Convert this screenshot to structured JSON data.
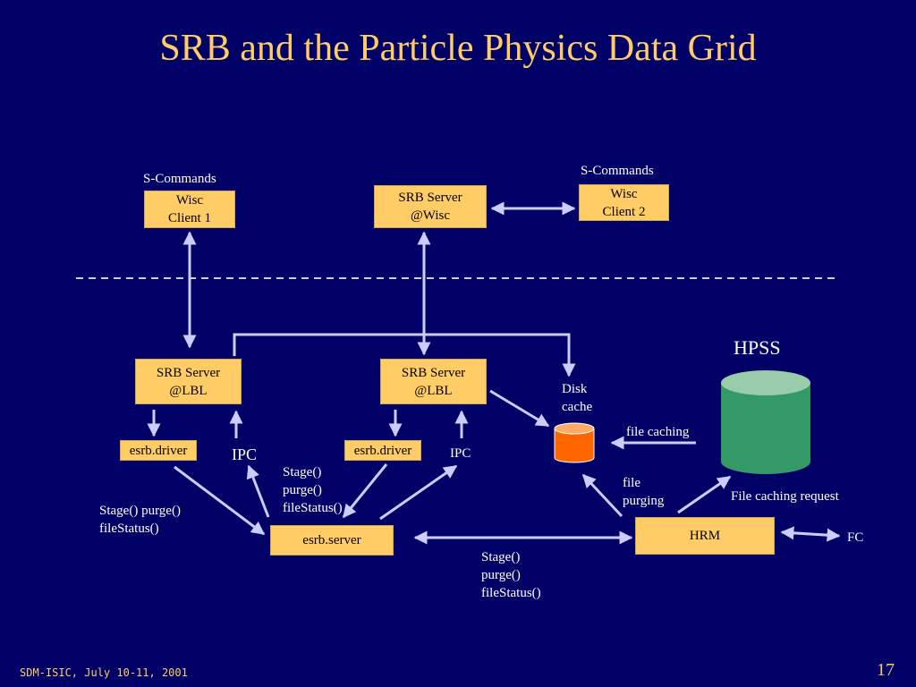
{
  "title": "SRB and the Particle Physics Data Grid",
  "boxes": {
    "wisc_client1": [
      "Wisc",
      "Client 1"
    ],
    "srb_server_wisc": [
      "SRB Server",
      "@Wisc"
    ],
    "wisc_client2": [
      "Wisc",
      "Client 2"
    ],
    "srb_server_lbl_left": [
      "SRB Server",
      "@LBL"
    ],
    "srb_server_lbl_right": [
      "SRB Server",
      "@LBL"
    ],
    "esrb_driver_left": "esrb.driver",
    "esrb_driver_right": "esrb.driver",
    "esrb_server": "esrb.server",
    "hrm": "HRM"
  },
  "labels": {
    "s_commands_left": "S-Commands",
    "s_commands_right": "S-Commands",
    "ipc_left": "IPC",
    "ipc_right": "IPC",
    "stage_left": [
      "Stage()  purge()",
      "fileStatus()"
    ],
    "stage_middle": [
      "Stage()",
      "purge()",
      "fileStatus()"
    ],
    "stage_bottom": [
      "Stage()",
      "purge()",
      "fileStatus()"
    ],
    "disk_cache": [
      "Disk",
      "cache"
    ],
    "hpss": "HPSS",
    "file_caching": "file caching",
    "file_purging": [
      "file",
      "purging"
    ],
    "file_caching_request": "File caching  request",
    "fc": "FC"
  },
  "colors": {
    "background": "#000066",
    "accent": "#ffcc66",
    "box": "#ffcc66",
    "arrow": "#ccccff",
    "hpss_green": "#339966",
    "disk_orange": "#ff6600"
  },
  "footer": "SDM-ISIC, July 10-11, 2001",
  "page_number": "17"
}
